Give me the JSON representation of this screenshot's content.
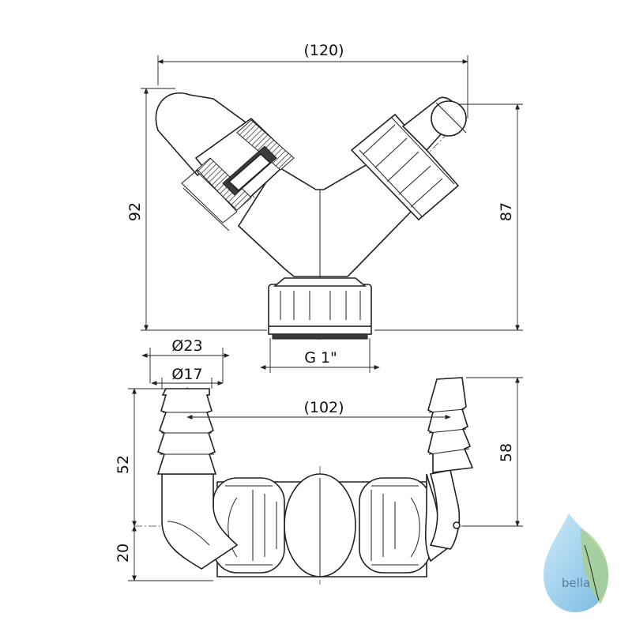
{
  "dimensions": {
    "top_width": "(120)",
    "left_height": "92",
    "right_height": "87",
    "thread": "G 1\"",
    "outer_diameter": "Ø23",
    "inner_diameter": "Ø17",
    "center_distance": "(102)",
    "left_spigot_height": "52",
    "right_spigot_height": "58",
    "base_height": "20"
  },
  "logo": {
    "text": "bella"
  },
  "colors": {
    "line": "#222222",
    "logo_drop": "#6fb7e0",
    "logo_leaf": "#a8d08d"
  }
}
